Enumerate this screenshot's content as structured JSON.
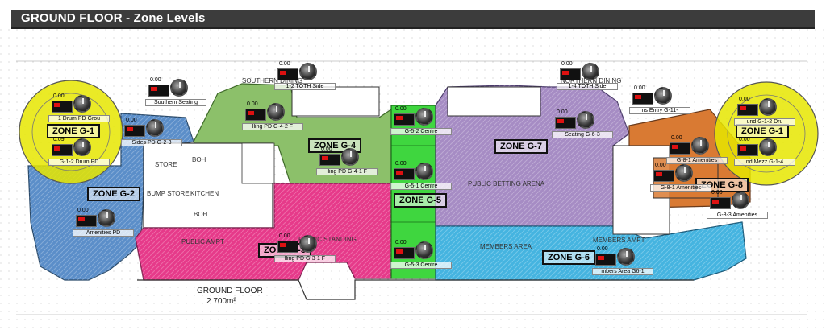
{
  "header": {
    "title": "GROUND FLOOR - Zone Levels"
  },
  "floor": {
    "label": "GROUND FLOOR",
    "area": "2 700m²"
  },
  "zones": [
    {
      "label": "ZONE G-1"
    },
    {
      "label": "ZONE G-1"
    },
    {
      "label": "ZONE G-2"
    },
    {
      "label": "ZONE G-4"
    },
    {
      "label": "ZONE G-5"
    },
    {
      "label": "ZONE G-6"
    },
    {
      "label": "ZONE G-7"
    },
    {
      "label": "ZONE G-8"
    },
    {
      "label": "ZONE G-3"
    }
  ],
  "controls": [
    {
      "value": "0.00",
      "label": "1 Drum PD Grou"
    },
    {
      "value": "0.09",
      "label": "G-1-2 Drum PD"
    },
    {
      "value": "0.00",
      "label": "Sides PD  G-2-3"
    },
    {
      "value": "0.00",
      "label": "Amenities PD"
    },
    {
      "value": "0.00",
      "label": "Southern Seating"
    },
    {
      "value": "0.00",
      "label": "1-2 TOTH Side"
    },
    {
      "value": "0.00",
      "label": "lling PD  G-4-2 F"
    },
    {
      "value": "0.00",
      "label": "lling PD  G-4-1 F"
    },
    {
      "value": "0.00",
      "label": "lling PD  G-3-1 F"
    },
    {
      "value": "0.00",
      "label": "G-5-2 Centre"
    },
    {
      "value": "0.00",
      "label": "G-5-1 Centre"
    },
    {
      "value": "0.00",
      "label": "G-5-3 Centre"
    },
    {
      "value": "0.00",
      "label": "1-4 TOTH Side"
    },
    {
      "value": "0.00",
      "label": "Seating  G-6-3"
    },
    {
      "value": "0.00",
      "label": "ns Entry  G-11-"
    },
    {
      "value": "0.00",
      "label": "G-8-1 Amenities"
    },
    {
      "value": "0.00",
      "label": "G-8-1 Amenities"
    },
    {
      "value": "0.00",
      "label": "G-8-3 Amenities"
    },
    {
      "value": "0.00",
      "label": "mbers Area  G6-1"
    },
    {
      "value": "0.00",
      "label": "und  G-1-2 Dru"
    },
    {
      "value": "0.00",
      "label": "nd Mezz  G-1-4"
    }
  ],
  "plan_text": {
    "southern_dining": "SOUTHERN DINING",
    "northern_dining": "NORTHERN DINING",
    "store": "STORE",
    "boh_a": "BOH",
    "bump_store": "BUMP STORE",
    "kitchen": "KITCHEN",
    "boh_b": "BOH",
    "public_betting": "PUBLIC BETTING ARENA",
    "public_standing": "PUBLIC STANDING",
    "members_area": "MEMBERS AREA",
    "public_ampt": "PUBLIC AMPT",
    "members_ampt": "MEMBERS AMPT"
  },
  "colors": {
    "yellow": "#e6e600",
    "blue": "#5b8ec9",
    "green": "#8cc06a",
    "brightgreen": "#3fd63f",
    "pink": "#e63a8a",
    "purple": "#a68cc4",
    "cyan": "#45b4e0",
    "orange": "#d97a33"
  }
}
